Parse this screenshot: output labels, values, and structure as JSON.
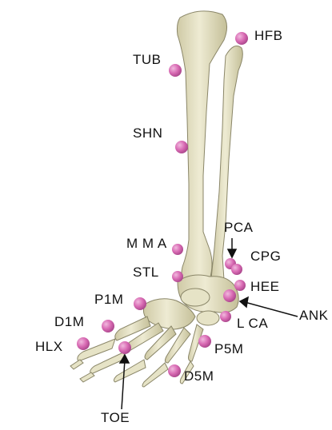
{
  "colors": {
    "bone_fill": "#e6e3c6",
    "bone_shade": "#c9c59f",
    "bone_stroke": "#8a8668",
    "marker": "#d86ab3",
    "marker_light": "#f1b9de",
    "label_text": "#111111",
    "arrow": "#111111"
  },
  "markers": {
    "hfb": "HFB",
    "tub": "TUB",
    "shn": "SHN",
    "mma": "M M A",
    "stl": "STL",
    "pca": "PCA",
    "cpg": "CPG",
    "hee": "HEE",
    "ank": "ANK",
    "lca": "L CA",
    "p1m": "P1M",
    "d1m": "D1M",
    "hlx": "HLX",
    "p5m": "P5M",
    "d5m": "D5M",
    "toe": "TOE"
  }
}
